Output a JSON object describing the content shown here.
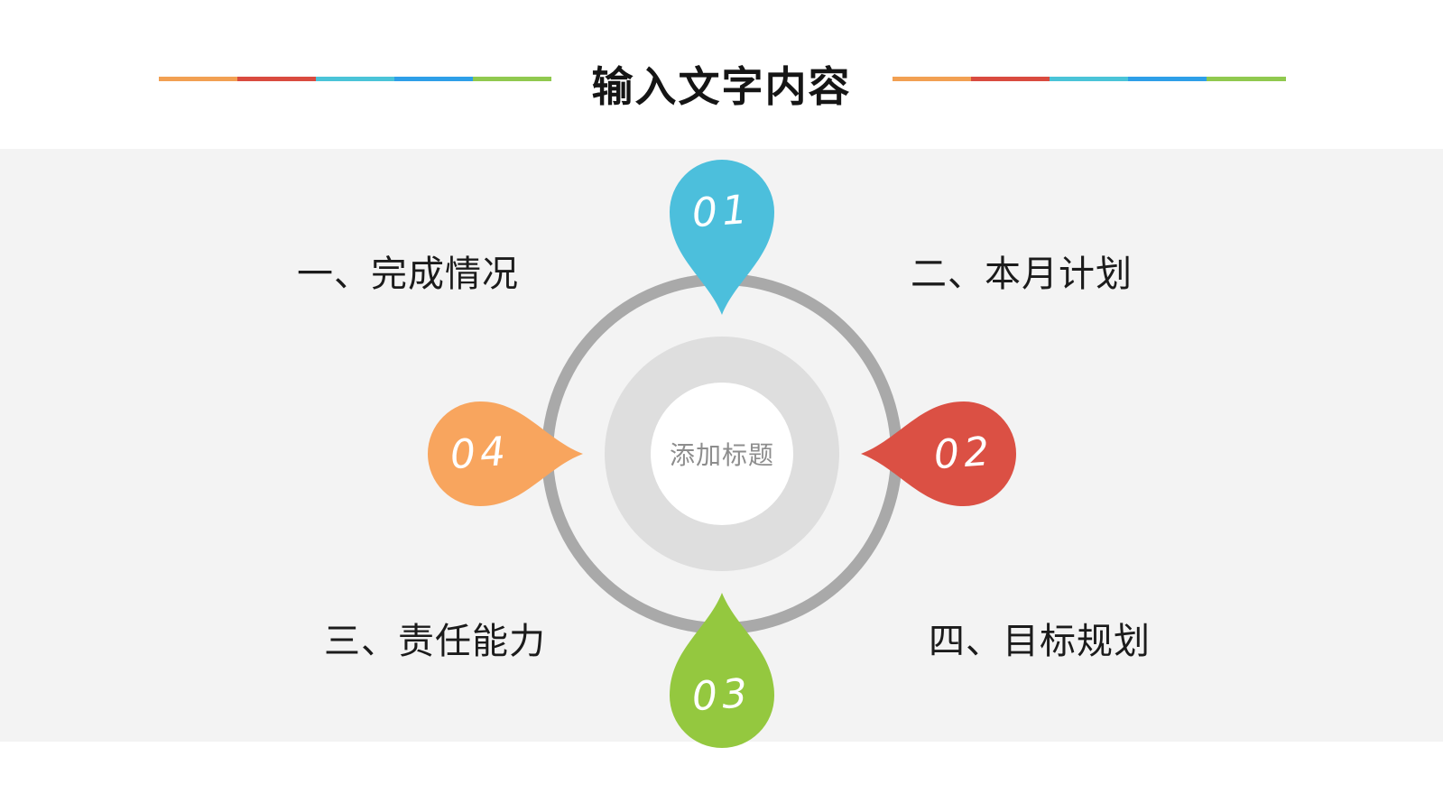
{
  "title": "输入文字内容",
  "decor": {
    "segment_colors": [
      "#F2A052",
      "#D94B3F",
      "#4AC4D8",
      "#2E9FE8",
      "#90C94F"
    ]
  },
  "diagram": {
    "center_label": "添加标题",
    "pins": [
      {
        "number": "01",
        "color": "#4CBFDC",
        "position": "top"
      },
      {
        "number": "02",
        "color": "#DB5044",
        "position": "right"
      },
      {
        "number": "03",
        "color": "#94C83F",
        "position": "bottom"
      },
      {
        "number": "04",
        "color": "#F8A55E",
        "position": "left"
      }
    ],
    "labels": [
      {
        "text": "一、完成情况",
        "position": "top-left"
      },
      {
        "text": "二、本月计划",
        "position": "top-right"
      },
      {
        "text": "三、责任能力",
        "position": "bottom-left"
      },
      {
        "text": "四、目标规划",
        "position": "bottom-right"
      }
    ]
  }
}
